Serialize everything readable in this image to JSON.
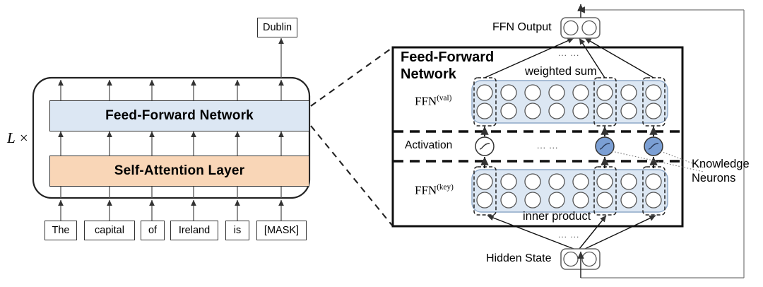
{
  "left_panel": {
    "repeat_label": "L ×",
    "output_token": "Dublin",
    "layers": [
      {
        "name": "ffn-layer",
        "label": "Feed-Forward Network",
        "fill": "#dce7f3",
        "stroke": "#333333"
      },
      {
        "name": "attention-layer",
        "label": "Self-Attention Layer",
        "fill": "#f9d6b7",
        "stroke": "#333333"
      }
    ],
    "input_tokens": [
      "The",
      "capital",
      "of",
      "Ireland",
      "is",
      "[MASK]"
    ]
  },
  "right_panel": {
    "title_line1": "Feed-Forward",
    "title_line2": "Network",
    "ffn_output_label": "FFN Output",
    "hidden_state_label": "Hidden State",
    "weighted_sum_label": "weighted sum",
    "inner_product_label": "inner product",
    "activation_label": "Activation",
    "knowledge_neurons_line1": "Knowledge",
    "knowledge_neurons_line2": "Neurons",
    "val_label_base": "FFN",
    "val_label_sup": "(val)",
    "key_label_base": "FFN",
    "key_label_sup": "(key)",
    "ellipsis": "... ...",
    "neuron_columns": 8,
    "neuron_rows": 2,
    "highlighted_columns": [
      1,
      6,
      8
    ],
    "activations": [
      {
        "column": 1,
        "state": "inactive",
        "fill": "#ffffff"
      },
      {
        "column": 6,
        "state": "active",
        "fill": "#7b9fd4"
      },
      {
        "column": 8,
        "state": "active",
        "fill": "#7b9fd4"
      }
    ],
    "band_fill": "#dce7f3",
    "band_stroke": "#8ea8c8"
  },
  "colors": {
    "ffn_blue": "#dce7f3",
    "attention_orange": "#f9d6b7",
    "knowledge_neuron_blue": "#7b9fd4",
    "line": "#333333",
    "thin_line": "#666666"
  }
}
